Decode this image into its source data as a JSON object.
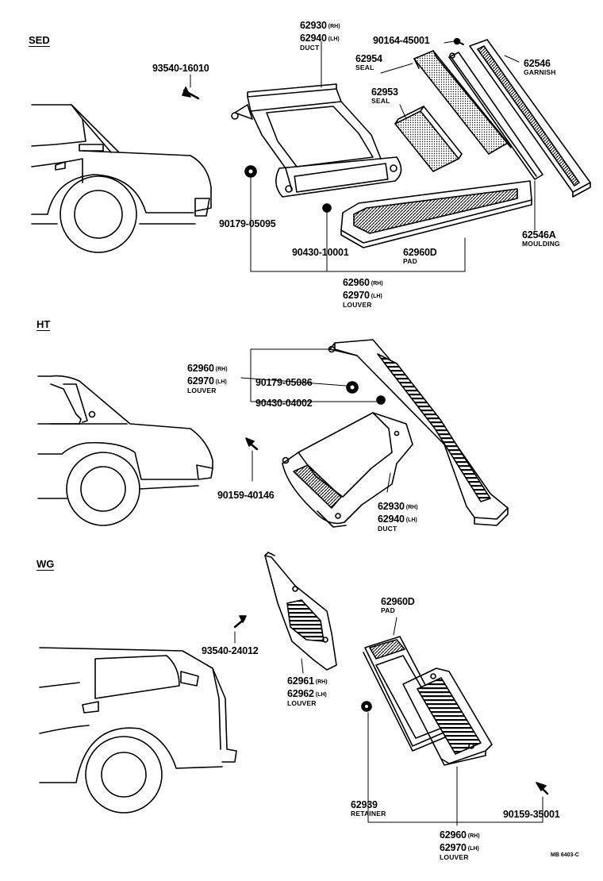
{
  "sections": {
    "sed": "SED",
    "ht": "HT",
    "wg": "WG"
  },
  "sed": {
    "duct": {
      "pn1": "62930",
      "side1": "(RH)",
      "pn2": "62940",
      "side2": "(LH)",
      "name": "DUCT"
    },
    "clip_90164": "90164-45001",
    "screw_93540": "93540-16010",
    "seal_62954": {
      "pn": "62954",
      "name": "SEAL"
    },
    "seal_62953": {
      "pn": "62953",
      "name": "SEAL"
    },
    "garnish": {
      "pn": "62546",
      "name": "GARNISH"
    },
    "nut_90179": "90179-05095",
    "nut_90430": "90430-10001",
    "pad": {
      "pn": "62960D",
      "name": "PAD"
    },
    "moulding": {
      "pn": "62546A",
      "name": "MOULDING"
    },
    "louver": {
      "pn1": "62960",
      "side1": "(RH)",
      "pn2": "62970",
      "side2": "(LH)",
      "name": "LOUVER"
    }
  },
  "ht": {
    "louver": {
      "pn1": "62960",
      "side1": "(RH)",
      "pn2": "62970",
      "side2": "(LH)",
      "name": "LOUVER"
    },
    "nut_90179": "90179-05086",
    "nut_90430": "90430-04002",
    "screw_90159": "90159-40146",
    "duct": {
      "pn1": "62930",
      "side1": "(RH)",
      "pn2": "62940",
      "side2": "(LH)",
      "name": "DUCT"
    }
  },
  "wg": {
    "screw_93540": "93540-24012",
    "louver_small": {
      "pn1": "62961",
      "side1": "(RH)",
      "pn2": "62962",
      "side2": "(LH)",
      "name": "LOUVER"
    },
    "pad": {
      "pn": "62960D",
      "name": "PAD"
    },
    "retainer": {
      "pn": "62939",
      "name": "RETAINER"
    },
    "screw_90159": "90159-35001",
    "louver": {
      "pn1": "62960",
      "side1": "(RH)",
      "pn2": "62970",
      "side2": "(LH)",
      "name": "LOUVER"
    }
  },
  "footer_code": "MB 6403-C"
}
